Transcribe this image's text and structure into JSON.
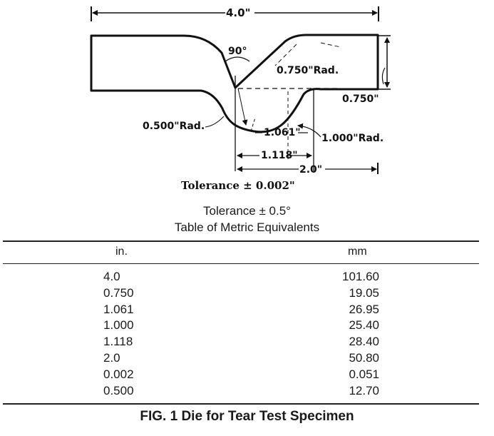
{
  "drawing": {
    "dim_length": "4.0\"",
    "angle": "90°",
    "radius_top": "0.750\"Rad.",
    "height_right": "0.750\"",
    "radius_left": "0.500\"Rad.",
    "dim_1061": "1.061\"",
    "radius_bottom": "1.000\"Rad.",
    "dim_1118": "1.118\"",
    "dim_2": "2.0\"",
    "tolerance_linear": "Tolerance ± 0.002\""
  },
  "tolerance_angle": "Tolerance ± 0.5°",
  "table": {
    "title": "Table of Metric Equivalents",
    "headers": {
      "inch": "in.",
      "mm": "mm"
    },
    "rows": [
      {
        "inch": "4.0",
        "mm": "101.60"
      },
      {
        "inch": "0.750",
        "mm": "19.05"
      },
      {
        "inch": "1.061",
        "mm": "26.95"
      },
      {
        "inch": "1.000",
        "mm": "25.40"
      },
      {
        "inch": "1.118",
        "mm": "28.40"
      },
      {
        "inch": "2.0",
        "mm": "50.80"
      },
      {
        "inch": "0.002",
        "mm": "0.051"
      },
      {
        "inch": "0.500",
        "mm": "12.70"
      }
    ]
  },
  "caption": "FIG. 1 Die for Tear Test Specimen"
}
